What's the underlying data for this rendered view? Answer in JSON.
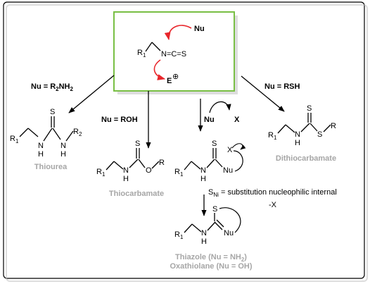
{
  "colors": {
    "frame_border": "#000000",
    "box_border": "#79bf44",
    "curly_arrow": "#e8262b",
    "product_name": "#a6a6a6"
  },
  "center": {
    "nucleophile": "Nu",
    "r1": "R",
    "r1_sub": "1",
    "isothiocyanate": "N=C=S",
    "electrophile": "E",
    "charge": "⊕"
  },
  "branches": {
    "amine": {
      "condition_prefix": "Nu = R",
      "condition_sub1": "2",
      "condition_mid": "NH",
      "condition_sub2": "2",
      "product": "Thiourea"
    },
    "alcohol": {
      "condition": "Nu = ROH",
      "product": "Thiocarbamate"
    },
    "thiol": {
      "condition": "Nu = RSH",
      "product": "Dithiocarbamate"
    },
    "internal": {
      "nucleophile": "Nu",
      "leaving": "X",
      "sni_main": "S",
      "sni_sub": "Ni",
      "sni_text": " = substitution nucleophilic internal",
      "minus_x": "-X",
      "product_line1_prefix": "Thiazole (Nu = NH",
      "product_line1_sub": "2",
      "product_line1_suffix": ")",
      "product_line2": "Oxathiolane (Nu = OH)"
    }
  },
  "atoms": {
    "r": "R",
    "r1_sub": "1",
    "s": "S",
    "nh": "N",
    "h": "H",
    "o": "O",
    "x": "X",
    "nu": "Nu",
    "r2_sub": "2"
  }
}
